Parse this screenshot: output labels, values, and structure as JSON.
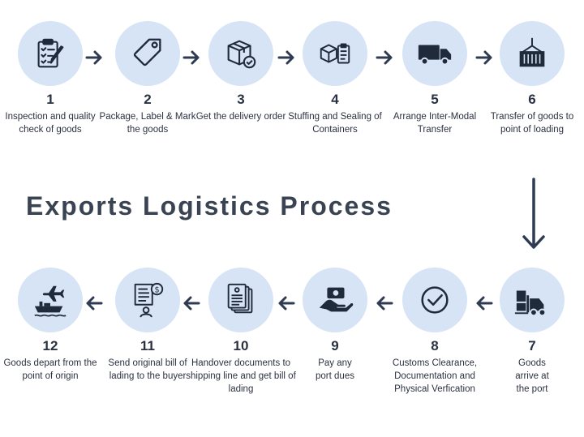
{
  "title": "Exports Logistics Process",
  "steps": [
    {
      "num": "1",
      "label": "Inspection and quality check of goods",
      "icon": "clipboard-checklist-icon"
    },
    {
      "num": "2",
      "label": "Package, Label & Mark the goods",
      "icon": "price-tag-icon"
    },
    {
      "num": "3",
      "label": "Get the delivery order",
      "icon": "box-check-icon"
    },
    {
      "num": "4",
      "label": "Stuffing and Sealing of Containers",
      "icon": "boxes-clipboard-icon"
    },
    {
      "num": "5",
      "label": "Arrange Inter-Modal Transfer",
      "icon": "truck-icon"
    },
    {
      "num": "6",
      "label": "Transfer of goods to point of loading",
      "icon": "crane-container-icon"
    },
    {
      "num": "7",
      "label": "Goods arrive at the port",
      "icon": "forklift-icon"
    },
    {
      "num": "8",
      "label": "Customs Clearance, Documentation and Physical Verfication",
      "icon": "checkmark-circle-icon"
    },
    {
      "num": "9",
      "label": "Pay any port dues",
      "icon": "hand-money-icon"
    },
    {
      "num": "10",
      "label": "Handover documents to shipping line and get bill of lading",
      "icon": "documents-stack-icon"
    },
    {
      "num": "11",
      "label": "Send original bill of lading to the buyer",
      "icon": "invoice-person-icon"
    },
    {
      "num": "12",
      "label": "Goods depart from the point of origin",
      "icon": "plane-ship-icon"
    }
  ],
  "colors": {
    "circle": "#d6e4f5",
    "icon": "#1f2a3a",
    "text": "#2a3140",
    "arrow": "#2f3b52"
  }
}
